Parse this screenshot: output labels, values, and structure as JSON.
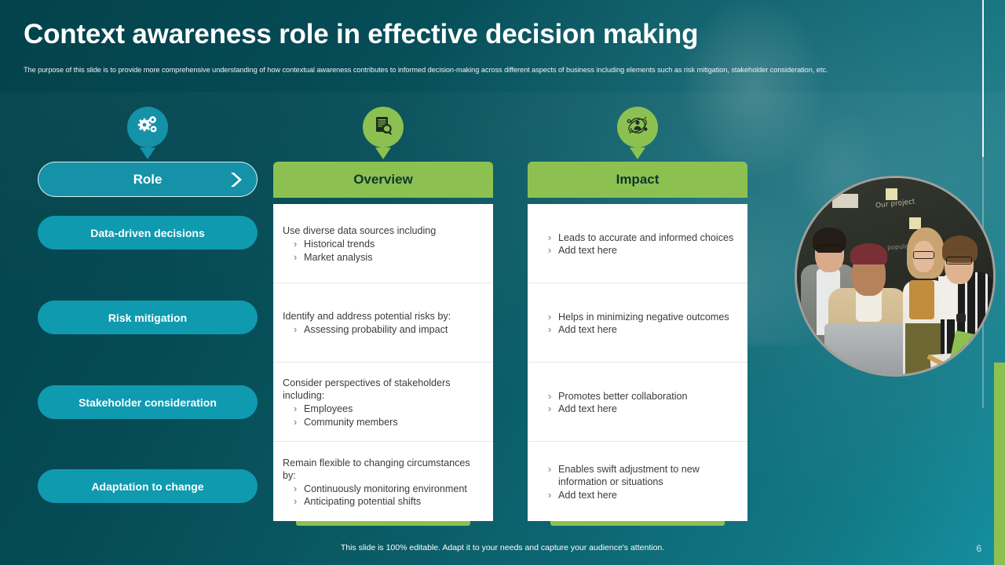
{
  "header": {
    "title": "Context awareness role in effective decision making",
    "subtitle": "The purpose of this slide is to provide more comprehensive understanding of how contextual awareness contributes to informed decision-making across different aspects of business including elements such as risk mitigation,  stakeholder consideration, etc."
  },
  "badges": [
    {
      "name": "gears-icon",
      "column": "Role",
      "color": "#1591a8"
    },
    {
      "name": "document-search-icon",
      "column": "Overview",
      "color": "#8cc152"
    },
    {
      "name": "person-network-icon",
      "column": "Impact",
      "color": "#8cc152"
    }
  ],
  "columns": {
    "role": {
      "header_label": "Role",
      "header_icon": "chevron-right-icon",
      "items": [
        "Data-driven decisions",
        "Risk mitigation",
        "Stakeholder consideration",
        "Adaptation to change"
      ]
    },
    "overview": {
      "header_label": "Overview",
      "cells": [
        {
          "lead": "Use diverse data sources including",
          "bullets": [
            "Historical trends",
            "Market  analysis"
          ]
        },
        {
          "lead": "Identify  and  address potential  risks by:",
          "bullets": [
            "Assessing probability  and impact"
          ]
        },
        {
          "lead": "Consider perspectives of stakeholders including:",
          "bullets": [
            "Employees",
            "Community members"
          ]
        },
        {
          "lead": "Remain flexible  to  changing circumstances by:",
          "bullets": [
            "Continuously  monitoring environment",
            "Anticipating  potential  shifts"
          ]
        }
      ]
    },
    "impact": {
      "header_label": "Impact",
      "cells": [
        {
          "lead": "",
          "bullets": [
            "Leads to accurate and informed choices",
            "Add text here"
          ]
        },
        {
          "lead": "",
          "bullets": [
            "Helps in minimizing negative outcomes",
            "Add text here"
          ]
        },
        {
          "lead": "",
          "bullets": [
            "Promotes better collaboration",
            "Add text here"
          ]
        },
        {
          "lead": "",
          "bullets": [
            "Enables swift adjustment to new information or situations",
            "Add text here"
          ]
        }
      ]
    }
  },
  "bullet_glyph": "›",
  "photo": {
    "name": "team-collaboration-photo",
    "chalkboard_text": "Our project",
    "chalkboard_text2": "popular"
  },
  "footer": {
    "note": "This slide is 100% editable.  Adapt it to your needs and capture your audience's attention.",
    "page_number": "6"
  },
  "colors": {
    "background_dark": "#03424a",
    "background_light": "#1590a0",
    "teal_accent": "#1591a8",
    "teal_pill": "#0f9ab0",
    "green_accent": "#8cc152",
    "header_text_dark": "#10352f",
    "body_text": "#3b3b3b"
  }
}
